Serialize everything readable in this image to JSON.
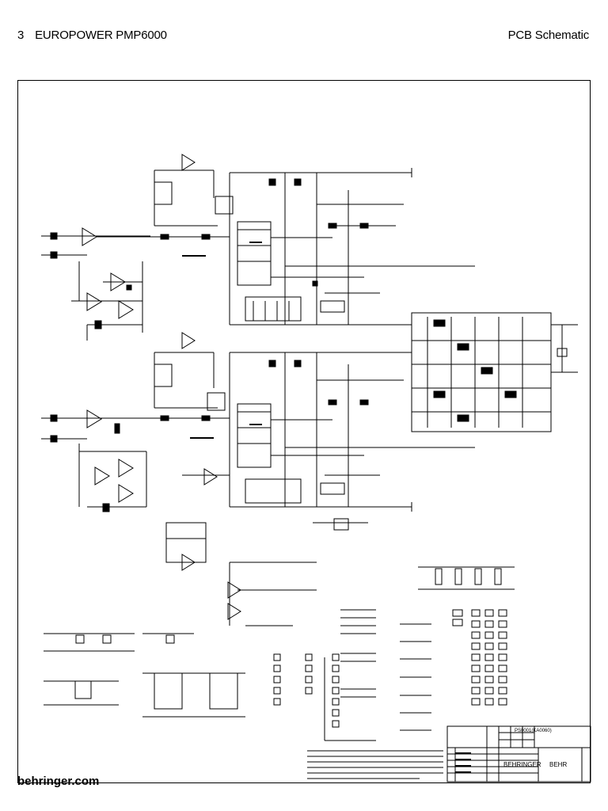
{
  "header": {
    "page_number": "3",
    "product": "EUROPOWER PMP6000",
    "section": "PCB Schematic"
  },
  "title_block": {
    "company": "BEHRINGER",
    "drawing_code": "PS0001(KA0060)",
    "short_code": "BEHR"
  },
  "footer": {
    "website": "behringer.com"
  }
}
